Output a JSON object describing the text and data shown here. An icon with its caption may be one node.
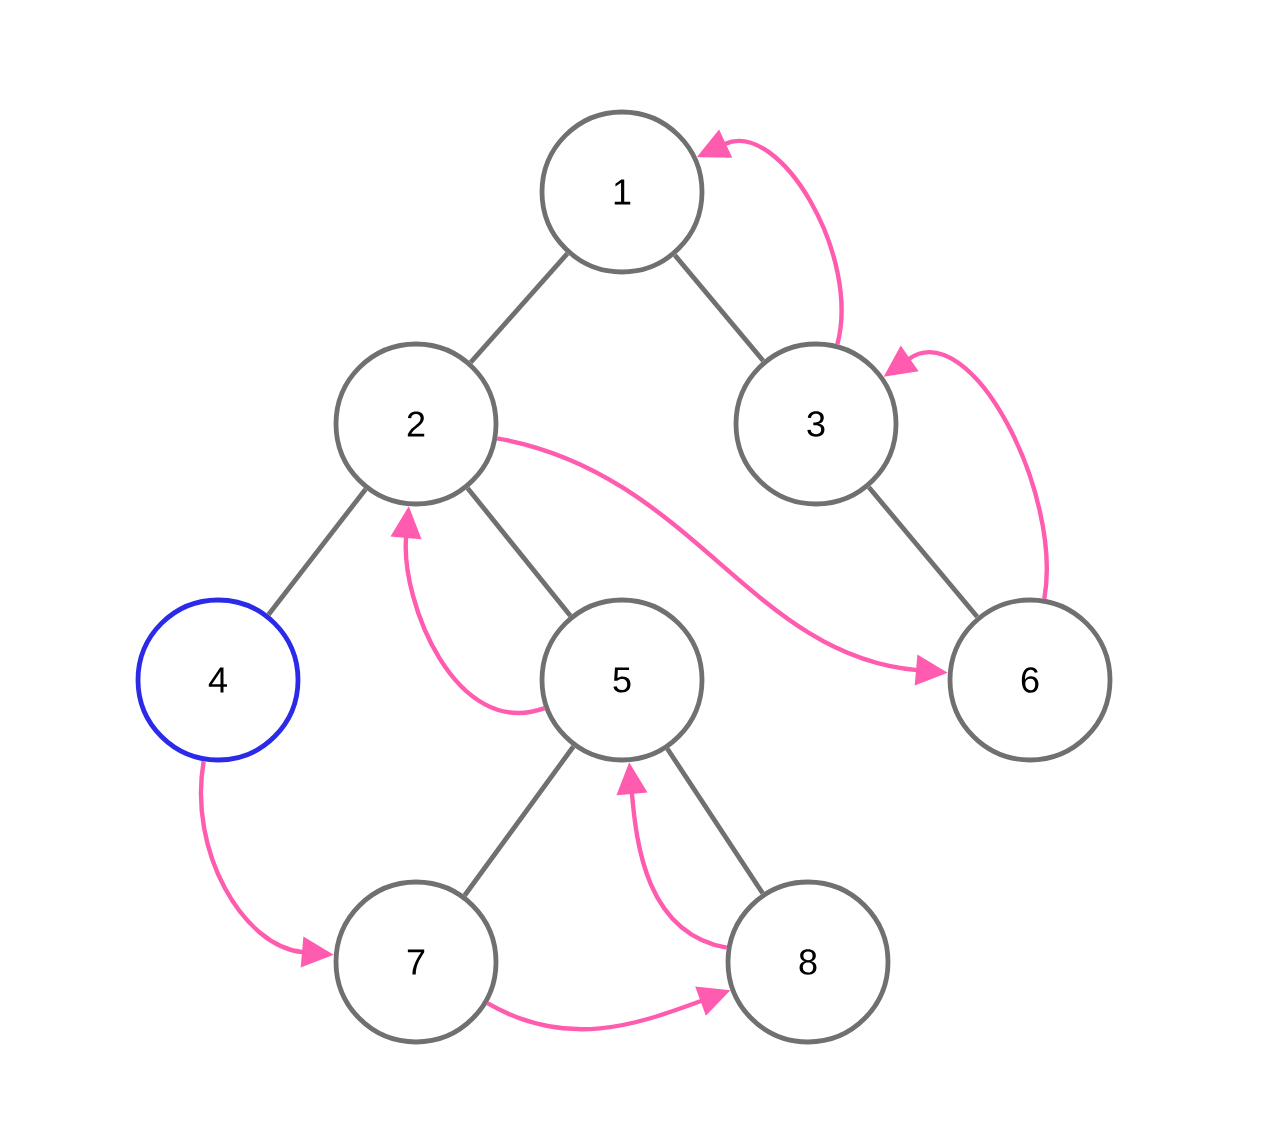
{
  "diagram": {
    "nodes": [
      {
        "text": [
          "1"
        ]
      },
      {
        "text": [
          "2"
        ]
      },
      {
        "text": [
          "3"
        ]
      },
      {
        "text": [
          "4"
        ]
      },
      {
        "text": [
          "5"
        ]
      },
      {
        "text": [
          "6"
        ]
      },
      {
        "text": [
          "7"
        ]
      },
      {
        "text": [
          "8"
        ]
      }
    ],
    "edges": [
      {
        "from": 0,
        "to": 1,
        "arrow": "none"
      },
      {
        "from": 0,
        "to": 2,
        "arrow": "none"
      },
      {
        "from": 1,
        "to": 3,
        "arrow": "none"
      },
      {
        "from": 1,
        "to": 4,
        "arrow": "none"
      },
      {
        "from": 2,
        "to": 5,
        "arrow": "none"
      },
      {
        "from": 4,
        "to": 6,
        "arrow": "none"
      },
      {
        "from": 4,
        "to": 7,
        "arrow": "none"
      },
      {
        "from": 2,
        "to": 0,
        "arrow": "to",
        "color": "#ff5cb0"
      },
      {
        "from": 5,
        "to": 2,
        "arrow": "to",
        "color": "#ff5cb0"
      },
      {
        "from": 1,
        "to": 5,
        "arrow": "to",
        "color": "#ff5cb0"
      },
      {
        "from": 4,
        "to": 1,
        "arrow": "to",
        "color": "#ff5cb0"
      },
      {
        "from": 3,
        "to": 6,
        "arrow": "to",
        "color": "#ff5cb0"
      },
      {
        "from": 6,
        "to": 7,
        "arrow": "to",
        "color": "#ff5cb0"
      },
      {
        "from": 7,
        "to": 4,
        "arrow": "to",
        "color": "#ff5cb0"
      }
    ]
  }
}
